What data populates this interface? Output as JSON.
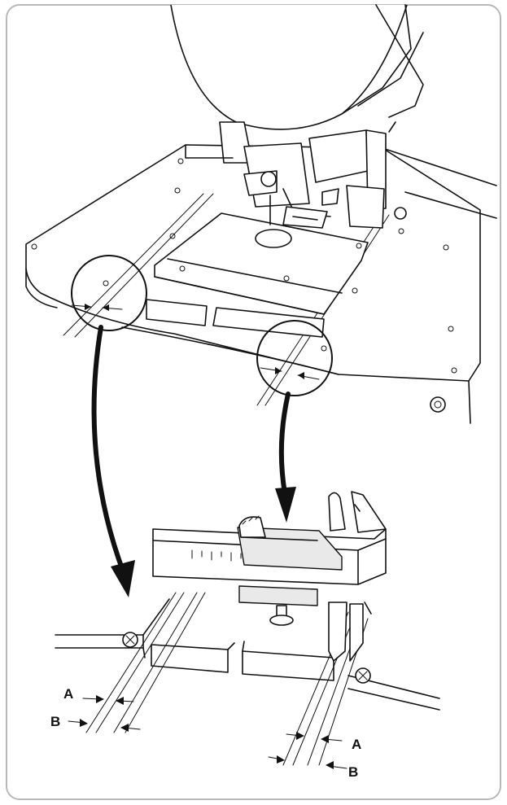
{
  "labels": {
    "left_a": "A",
    "left_b": "B",
    "right_a": "A",
    "right_b": "B"
  },
  "colors": {
    "line": "#111111",
    "background": "#ffffff",
    "frame": "#b8b8b8"
  }
}
